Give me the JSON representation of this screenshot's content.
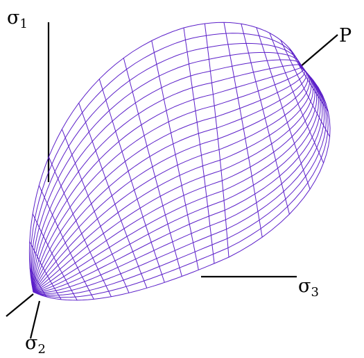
{
  "labels": {
    "sigma1": {
      "symbol": "σ",
      "subscript": "1"
    },
    "sigma2": {
      "symbol": "σ",
      "subscript": "2"
    },
    "sigma3": {
      "symbol": "σ",
      "subscript": "3"
    },
    "point": "P"
  },
  "colors": {
    "mesh": "#5b1fc9",
    "axes": "#000000",
    "background": "#ffffff"
  }
}
